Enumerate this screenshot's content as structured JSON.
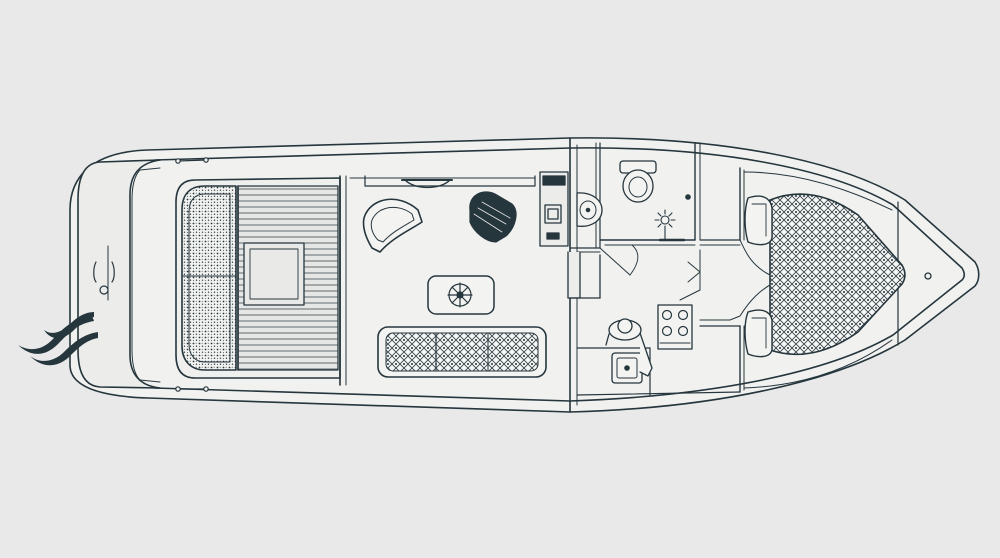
{
  "diagram": {
    "kind": "boat deck plan (top view)",
    "colors": {
      "background": "#e9e9e9",
      "line": "#26363d",
      "fill_light": "#f1f1f0",
      "fill_deck": "#e4e4e3"
    },
    "areas": [
      "aft-swim-platform",
      "aft-cockpit-deck",
      "aft-bench-seat",
      "cockpit-sole-grating",
      "saloon",
      "helm-seat",
      "companion-seat",
      "saloon-table",
      "saloon-sofa",
      "helm-console",
      "day-head",
      "shower",
      "galley",
      "companionway",
      "forward-cabin",
      "v-berth",
      "anchor-locker"
    ],
    "icons": [
      "compass-rose-icon",
      "toilet-icon",
      "washbasin-icon",
      "shower-icon",
      "stove-icon",
      "sink-icon",
      "person-icon",
      "wake-icon",
      "cleat-icon"
    ]
  }
}
